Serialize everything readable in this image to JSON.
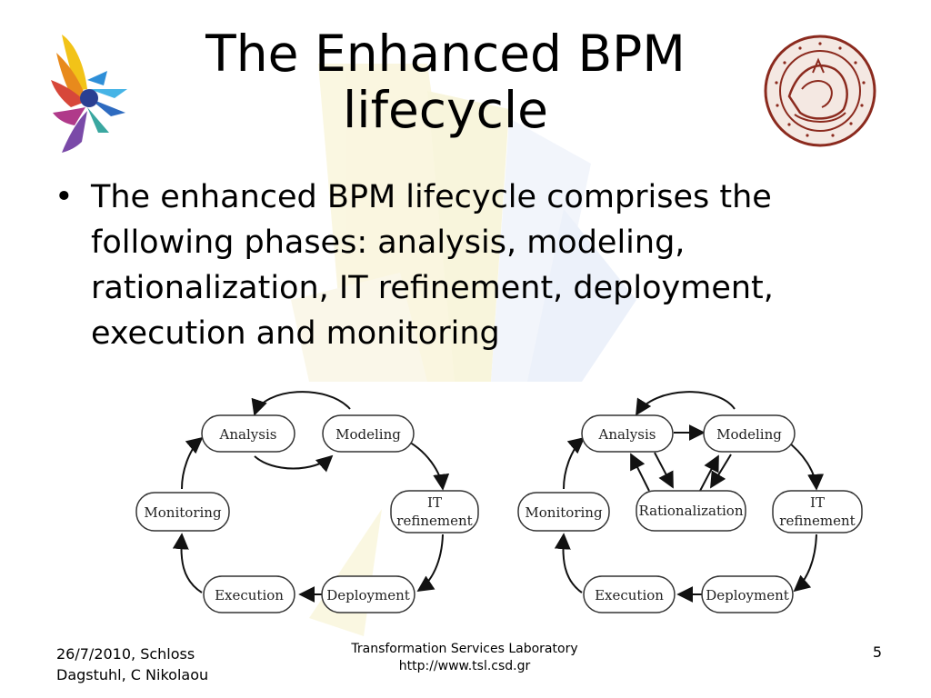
{
  "slide": {
    "title_line1": "The Enhanced BPM",
    "title_line2": "lifecycle",
    "bullet_marker": "•",
    "bullet_text": "The enhanced BPM lifecycle comprises the following phases: analysis, modeling, rationalization, IT refinement, deployment, execution and monitoring"
  },
  "diagram_left": {
    "nodes": {
      "analysis": "Analysis",
      "modeling": "Modeling",
      "it_line1": "IT",
      "it_line2": "refinement",
      "deployment": "Deployment",
      "execution": "Execution",
      "monitoring": "Monitoring"
    }
  },
  "diagram_right": {
    "nodes": {
      "analysis": "Analysis",
      "modeling": "Modeling",
      "rationalization": "Rationalization",
      "it_line1": "IT",
      "it_line2": "refinement",
      "deployment": "Deployment",
      "execution": "Execution",
      "monitoring": "Monitoring"
    }
  },
  "footer": {
    "left_line1": "26/7/2010, Schloss",
    "left_line2": "Dagstuhl, C Nikolaou",
    "center_line1": "Transformation Services Laboratory",
    "center_line2": "http://www.tsl.csd.gr",
    "page_number": "5"
  },
  "colors": {
    "background": "#ffffff",
    "text": "#000000",
    "watermark_yellow": "#f6f0c8",
    "watermark_blue": "#dde6f6",
    "seal_brown": "#8b2a1e",
    "node_border": "#333333"
  },
  "icons": {
    "left_logo": "university-logo-icon",
    "right_logo": "university-seal-icon"
  }
}
